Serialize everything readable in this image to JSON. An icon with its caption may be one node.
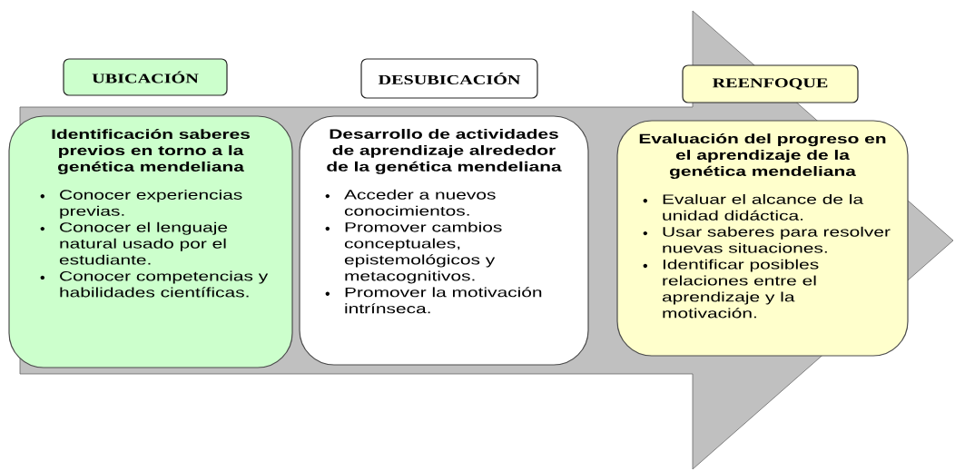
{
  "diagram": {
    "nodes": [
      {
        "text": [
          "UBICACIÓN"
        ]
      },
      {
        "text": [
          "Identificación saberes previos en torno a la genética mendeliana",
          "Conocer experiencias previas.",
          "Conocer el lenguaje natural usado por el estudiante.",
          "Conocer competencias y habilidades científicas."
        ]
      },
      {
        "text": [
          "DESUBICACIÓN"
        ]
      },
      {
        "text": [
          "Desarrollo de actividades de aprendizaje alrededor de la genética mendeliana",
          "Acceder a nuevos conocimientos.",
          "Promover cambios conceptuales, epistemológicos y metacognitivos.",
          "Promover la motivación intrínseca."
        ]
      },
      {
        "text": [
          "REENFOQUE"
        ]
      },
      {
        "text": [
          "Evaluación del progreso en el aprendizaje de la genética mendeliana",
          "Evaluar el alcance de la unidad didáctica.",
          "Usar saberes para resolver nuevas situaciones.",
          "Identificar posibles relaciones entre el aprendizaje y la motivación."
        ]
      }
    ]
  }
}
